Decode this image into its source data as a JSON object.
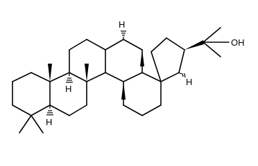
{
  "labels": {
    "oh": "OH",
    "h_c13": "H",
    "h_c17": "H",
    "h_c9": "H",
    "h_c5": "H"
  }
}
